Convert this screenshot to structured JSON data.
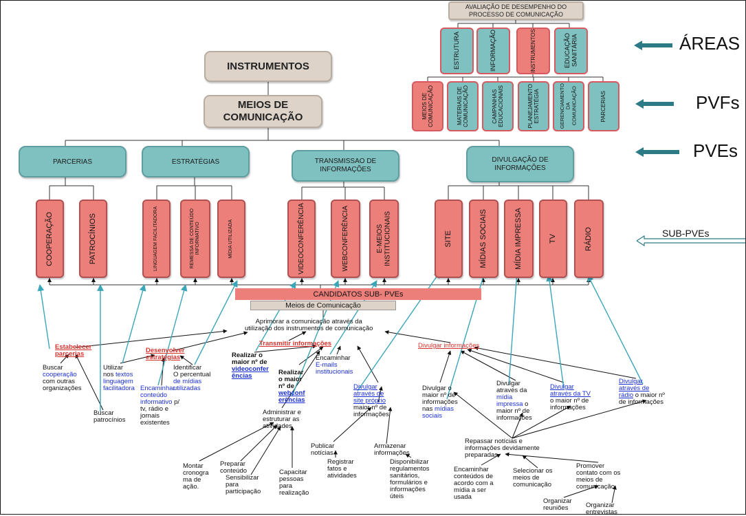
{
  "top_box": "AVALIAÇÃO DE DESEMPENHO DO\nPROCESSO DE COMUNICAÇÃO",
  "areas": [
    "ESTRUTURA",
    "INFORMAÇÃO",
    "INSTRUMENTOS",
    "EDUCAÇÃO\nSANITÁRIA"
  ],
  "pvfs": [
    "MEIOS DE\nCOMUNICAÇÃO",
    "MATERIAIS DE\nCOMUNICAÇÃO",
    "CAMPANHAS\nEDUCACIONAIS",
    "PLANEJAMENTO\nESTRATÉGIA",
    "GERENCIAMENTO\nDA\nCOMUNICAÇÃO",
    "PARCERIAS"
  ],
  "side_labels": {
    "areas": "ÁREAS",
    "pvfs": "PVFs",
    "pves": "PVEs",
    "subpves": "SUB-PVEs"
  },
  "instrumentos": "INSTRUMENTOS",
  "meios": "MEIOS DE\nCOMUNICAÇÃO",
  "pves": [
    "PARCERIAS",
    "ESTRATÉGIAS",
    "TRANSMISSAO DE\nINFORMAÇÕES",
    "DIVULGAÇÃO DE\nINFORMAÇÕES"
  ],
  "subpves": [
    "COOPERAÇÃO",
    "PATROCÍNIOS",
    "LINGUAGEM FACILITADORA",
    "REMESSA DE CONTEÚDO\nINFORMATIVO",
    "MÍDIA UTILIZADA",
    "VIDEOCONFERÊNCIA",
    "WEBCONFERÊNCIA",
    "E-MEIOS\nINSTITUCIONAIS",
    "SITE",
    "MÍDIAS SOCIAIS",
    "MÍDIA IMPRESSA",
    "TV",
    "RÁDIO"
  ],
  "candidatos": "CANDIDATOS SUB- PVEs",
  "meios_small": "Meios de Comunicação",
  "map": {
    "aprimorar": "Aprimorar a comunicação através da\nutilização dos instrumentos de comunicação",
    "estabelecer": "Estabelecer\nparcerias",
    "desenvolver": "Desenvolver\nestratégias",
    "transmitir": "Transmitir informações",
    "divulgar": "Divulgar informações",
    "buscar_coop_a": "Buscar",
    "buscar_coop_b": "cooperação",
    "buscar_coop_c": "com outras\norganizações",
    "buscar_patr": "Buscar\npatrocínios",
    "utilizar_a": "Utilizar\nnos ",
    "utilizar_b": "textos\nlinguagem\nfacilitadora",
    "encaminhar_a": "Encaminhar\nconteúdo\ninformativo",
    "encaminhar_b": " p/\ntv, rádio e\njornais\nexistentes",
    "identificar_a": "Identificar\nO percentual\n",
    "identificar_b": "de mídias\nutilizadas",
    "realizar_video_a": "Realizar o\nmaior nº de\n",
    "realizar_video_b": "videoconfer\nências",
    "realizar_web_a": "Realizar\no maior\nnº de\n",
    "realizar_web_b": "webconf\nerências",
    "encaminhar_email_a": "Encaminhar\n",
    "encaminhar_email_b": "E-mails\ninstitucionais",
    "divulgar_site_a": "Divulgar\natravés de\nsite próprio",
    "divulgar_site_b": "\nmaior nº de\ninformações",
    "divulgar_sociais_a": "Divulgar o\nmaior nº de\ninformações\nnas ",
    "divulgar_sociais_b": "mídias\nsociais",
    "divulgar_impressa_a": "Divulgar\natravés da\n",
    "divulgar_impressa_b": "mídia\nimpressa",
    "divulgar_impressa_c": " o\nmaior nº de\ninformações",
    "divulgar_tv_a": "Divulgar\natravés da TV",
    "divulgar_tv_b": "\no maior nº de\ninformações",
    "divulgar_radio_a": "Divulgar\natravés de\nrádio",
    "divulgar_radio_b": " o maior nº\nde informações",
    "administrar": "Administrar e\nestruturar as\natividades",
    "publicar": "Publicar\nnotícias",
    "registrar": "Registrar\nfatos e\natividades",
    "armazenar": "Armazenar\ninformações",
    "disponibilizar": "Disponibilizar\nregulamentos\nsanitários,\nformulários e\ninformações\núteis",
    "repassar": "Repassar notícias e\ninformações devidamente\npreparadas",
    "encaminhar_cont": "Encaminhar\nconteúdos de\nacordo com a\nmídia a ser\nusada",
    "selecionar": "Selecionar os\nmeios de\ncomunicação",
    "promover": "Promover\ncontato com os\nmeios de\ncomunicação",
    "organizar_reun": "Organizar\nreuniões",
    "organizar_entr": "Organizar\nentrevistas",
    "montar": "Montar\ncronogra\nma de\nação.",
    "preparar": "Preparar\nconteúdo",
    "sensibilizar": "Sensibilizar\npara\nparticipação",
    "capacitar": "Capacitar\npessoas\npara\nrealização"
  },
  "colors": {
    "teal": "#7fc1c0",
    "salmon": "#ec7f7a",
    "tan": "#ddd3c9",
    "arrow": "#2b7a86",
    "link": "#3aa6b8"
  }
}
